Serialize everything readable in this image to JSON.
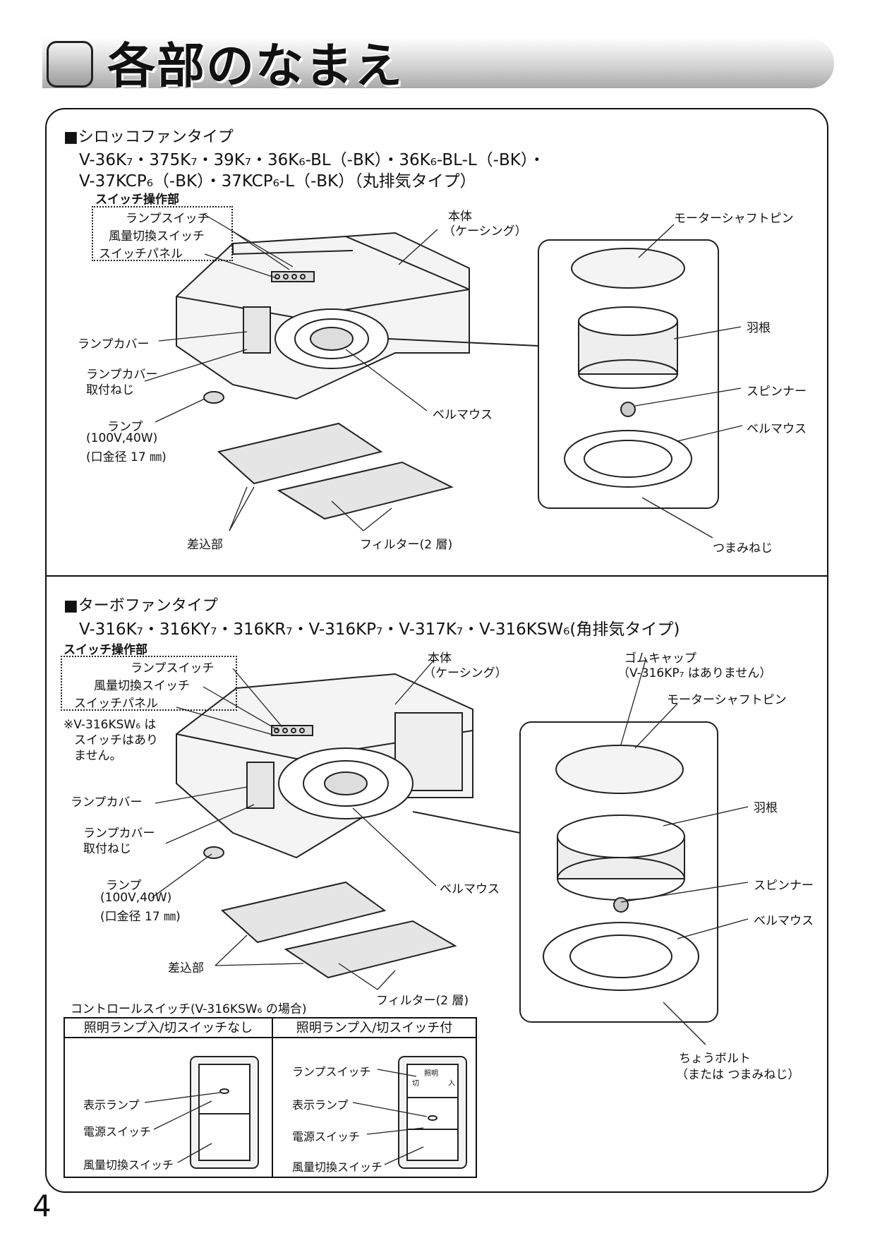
{
  "header": {
    "title": "各部のなまえ"
  },
  "sirocco": {
    "heading": "■シロッコファンタイプ",
    "models_line1": "V-36K₇・375K₇・39K₇・36K₆-BL（-BK）・36K₆-BL-L（-BK）・",
    "models_line2": "V-37KCP₆（-BK）・37KCP₆-L（-BK）（丸排気タイプ）",
    "switch_section": "スイッチ操作部",
    "lamp_switch": "ランプスイッチ",
    "airflow_switch": "風量切換スイッチ",
    "switch_panel": "スイッチパネル",
    "body": "本体",
    "casing": "（ケーシング）",
    "motor_pin": "モーターシャフトピン",
    "lamp_cover": "ランプカバー",
    "lamp_cover_screw_1": "ランプカバー",
    "lamp_cover_screw_2": "取付ねじ",
    "impeller": "羽根",
    "spinner": "スピンナー",
    "bellmouth_right": "ベルマウス",
    "bellmouth_center": "ベルマウス",
    "lamp": "ランプ",
    "lamp_spec1": "100V,40W",
    "lamp_spec2": "口金径 17 ㎜",
    "insert_part": "差込部",
    "filter": "フィルター(2 層)",
    "knob_screw": "つまみねじ"
  },
  "turbo": {
    "heading": "■ターボファンタイプ",
    "models_line1": "V-316K₇・316KY₇・316KR₇・V-316KP₇・V-317K₇・V-316KSW₆(角排気タイプ)",
    "switch_section": "スイッチ操作部",
    "lamp_switch": "ランプスイッチ",
    "airflow_switch": "風量切換スイッチ",
    "switch_panel": "スイッチパネル",
    "note1": "※V-316KSW₆ は",
    "note2": "スイッチはあり",
    "note3": "ません。",
    "body": "本体",
    "casing": "（ケーシング）",
    "rubber_cap": "ゴムキャップ",
    "rubber_cap_note": "（V-316KP₇ はありません）",
    "motor_pin": "モーターシャフトピン",
    "lamp_cover": "ランプカバー",
    "lamp_cover_screw_1": "ランプカバー",
    "lamp_cover_screw_2": "取付ねじ",
    "impeller": "羽根",
    "spinner": "スピンナー",
    "bellmouth_right": "ベルマウス",
    "bellmouth_center": "ベルマウス",
    "lamp": "ランプ",
    "lamp_spec1": "100V,40W",
    "lamp_spec2": "口金径 17 ㎜",
    "insert_part": "差込部",
    "filter": "フィルター(2 層)",
    "wing_bolt": "ちょうボルト",
    "wing_bolt_alt": "（または   つまみねじ）"
  },
  "control": {
    "title": "コントロールスイッチ(V-316KSW₆ の場合)",
    "col_left": "照明ランプ入/切スイッチなし",
    "col_right": "照明ランプ入/切スイッチ付",
    "indicator_lamp": "表示ランプ",
    "power_switch": "電源スイッチ",
    "airflow_switch": "風量切換スイッチ",
    "lamp_switch": "ランプスイッチ",
    "indicator_lamp_r": "表示ランプ",
    "power_switch_r": "電源スイッチ",
    "airflow_switch_r": "風量切換スイッチ",
    "light_label": "照明",
    "off_label": "切",
    "on_label": "入"
  },
  "page_number": "4"
}
